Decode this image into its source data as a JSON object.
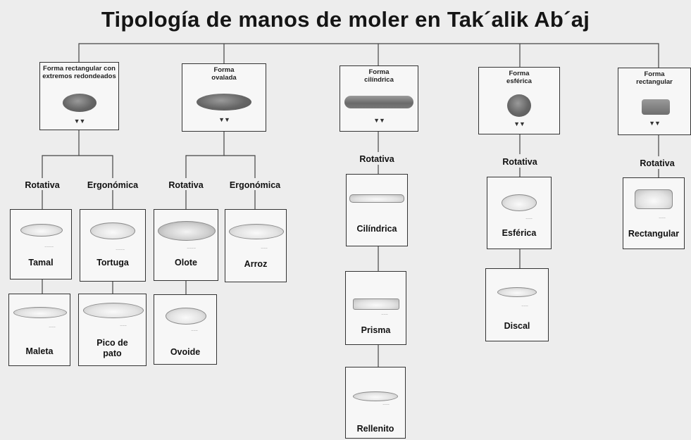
{
  "title": "Tipología de manos de moler en Tak´alik Ab´aj",
  "types": [
    {
      "id": "t1",
      "label": "Forma rectangular con extremos redondeados"
    },
    {
      "id": "t2",
      "label": "Forma ovalada"
    },
    {
      "id": "t3",
      "label": "Forma cilíndrica"
    },
    {
      "id": "t4",
      "label": "Forma esférica"
    },
    {
      "id": "t5",
      "label": "Forma rectangular"
    }
  ],
  "branches": {
    "t1_rot": "Rotativa",
    "t1_erg": "Ergonómica",
    "t2_rot": "Rotativa",
    "t2_erg": "Ergonómica",
    "t3_rot": "Rotativa",
    "t4_rot": "Rotativa",
    "t5_rot": "Rotativa"
  },
  "leaves": {
    "tamal": "Tamal",
    "maleta": "Maleta",
    "tortuga": "Tortuga",
    "pico": "Pico de pato",
    "olote": "Olote",
    "ovoide": "Ovoide",
    "arroz": "Arroz",
    "cilindrica": "Cilíndrica",
    "prisma": "Prisma",
    "rellenito": "Rellenito",
    "esferica": "Esférica",
    "discal": "Discal",
    "rectangular": "Rectangular"
  },
  "icons": {
    "scale_bar": "scale-bar-icon",
    "stone": "grinding-stone-icon"
  }
}
